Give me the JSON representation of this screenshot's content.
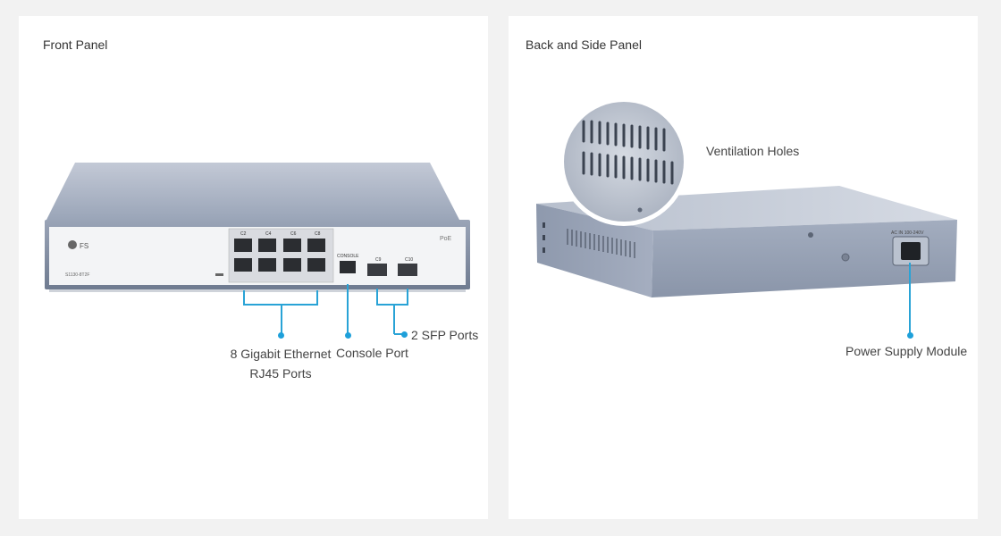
{
  "front_panel": {
    "title": "Front Panel",
    "brand": "FS",
    "model": "S1130-8T2F",
    "poe": "PoE",
    "console_label": "CONSOLE",
    "sfp_labels": [
      "C9",
      "C10"
    ],
    "port_labels": [
      "C2",
      "C4",
      "C6",
      "C8"
    ],
    "callouts": {
      "ethernet_line1": "8 Gigabit Ethernet",
      "ethernet_line2": "RJ45 Ports",
      "console": "Console Port",
      "sfp": "2 SFP Ports"
    }
  },
  "back_panel": {
    "title": "Back and Side Panel",
    "power_label": "AC IN 100-240V",
    "callouts": {
      "ventilation": "Ventilation Holes",
      "power": "Power Supply Module"
    }
  },
  "colors": {
    "accent": "#1ea0da",
    "chassis": "#8e9bb1",
    "faceplate": "#f3f4f6"
  }
}
